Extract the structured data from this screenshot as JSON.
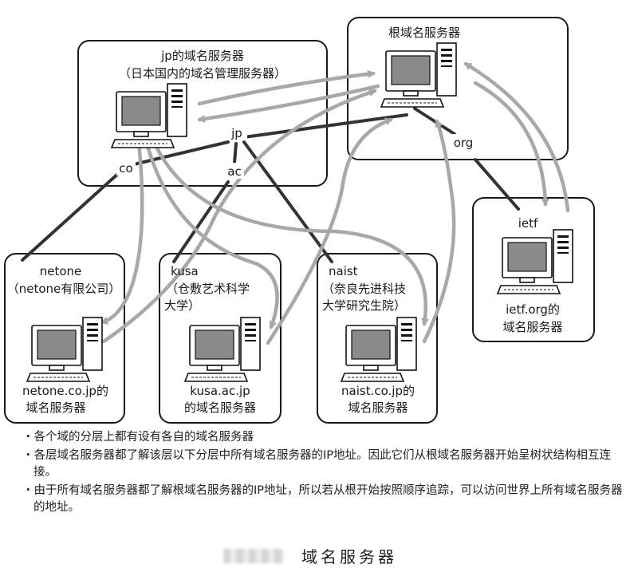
{
  "root_server": {
    "label": "根域名服务器"
  },
  "jp_server": {
    "label_line1": "jp的域名服务器",
    "label_line2": "（日本国内的域名管理服务器）"
  },
  "tree_labels": {
    "jp": "jp",
    "co": "co",
    "ac": "ac",
    "org": "org",
    "ietf": "ietf"
  },
  "netone": {
    "title": "netone",
    "subtitle": "（netone有限公司）",
    "server_line1": "netone.co.jp的",
    "server_line2": "域名服务器"
  },
  "kusa": {
    "title": "kusa",
    "subtitle_line1": "（仓敷艺术科学",
    "subtitle_line2": "大学）",
    "server_line1": "kusa.ac.jp",
    "server_line2": "的域名服务器"
  },
  "naist": {
    "title": "naist",
    "subtitle_line1": "（奈良先进科技",
    "subtitle_line2": "大学研究生院）",
    "server_line1": "naist.co.jp的",
    "server_line2": "域名服务器"
  },
  "ietf_server": {
    "line1": "ietf.org的",
    "line2": "域名服务器"
  },
  "notes": [
    "・各个域的分层上都有设有各自的域名服务器",
    "・各层域名服务器都了解该层以下分层中所有域名服务器的IP地址。因此它们从根域名服务器开始呈树状结构相互连接。",
    "・由于所有域名服务器都了解根域名服务器的IP地址，所以若从根开始按照顺序追踪，可以访问世界上所有域名服务器的地址。"
  ],
  "caption": "域名服务器",
  "colors": {
    "arrow": "#a8a8a8",
    "tree_line": "#333333",
    "screen": "#8a8a8a"
  },
  "icons": [
    "computer-icon"
  ]
}
